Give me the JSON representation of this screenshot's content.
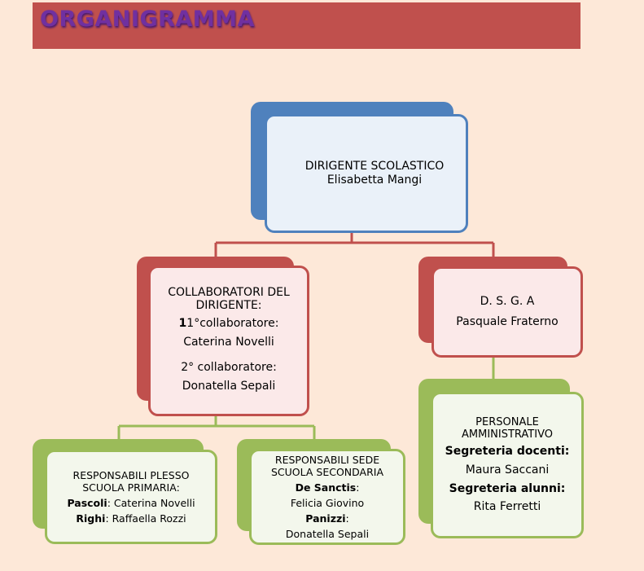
{
  "header": {
    "title": "ORGANIGRAMMA"
  },
  "dirigente": {
    "role": "DIRIGENTE SCOLASTICO",
    "name": "Elisabetta Mangi"
  },
  "collaboratori": {
    "title": "COLLABORATORI DEL DIRIGENTE:",
    "first_label": "1°collaboratore:",
    "first_name": "Caterina Novelli",
    "second_label": "2° collaboratore:",
    "second_name": "Donatella Sepali"
  },
  "dsga": {
    "title": "D. S. G. A",
    "name": "Pasquale Fraterno"
  },
  "personale": {
    "title": "PERSONALE AMMINISTRATIVO",
    "docenti_label": "Segreteria docenti:",
    "docenti_name": "Maura Saccani",
    "alunni_label": "Segreteria alunni:",
    "alunni_name": "Rita Ferretti"
  },
  "primaria": {
    "title": "RESPONSABILI PLESSO SCUOLA PRIMARIA:",
    "pascoli_label": "Pascoli",
    "pascoli_name": ": Caterina Novelli",
    "righi_label": "Righi",
    "righi_name": ": Raffaella Rozzi"
  },
  "secondaria": {
    "title": "RESPONSABILI SEDE SCUOLA SECONDARIA",
    "desanctis_label": "De Sanctis",
    "desanctis_colon": ":",
    "desanctis_name": "Felicia Giovino",
    "panizzi_label": "Panizzi",
    "panizzi_colon": ":",
    "panizzi_name": "Donatella Sepali"
  }
}
